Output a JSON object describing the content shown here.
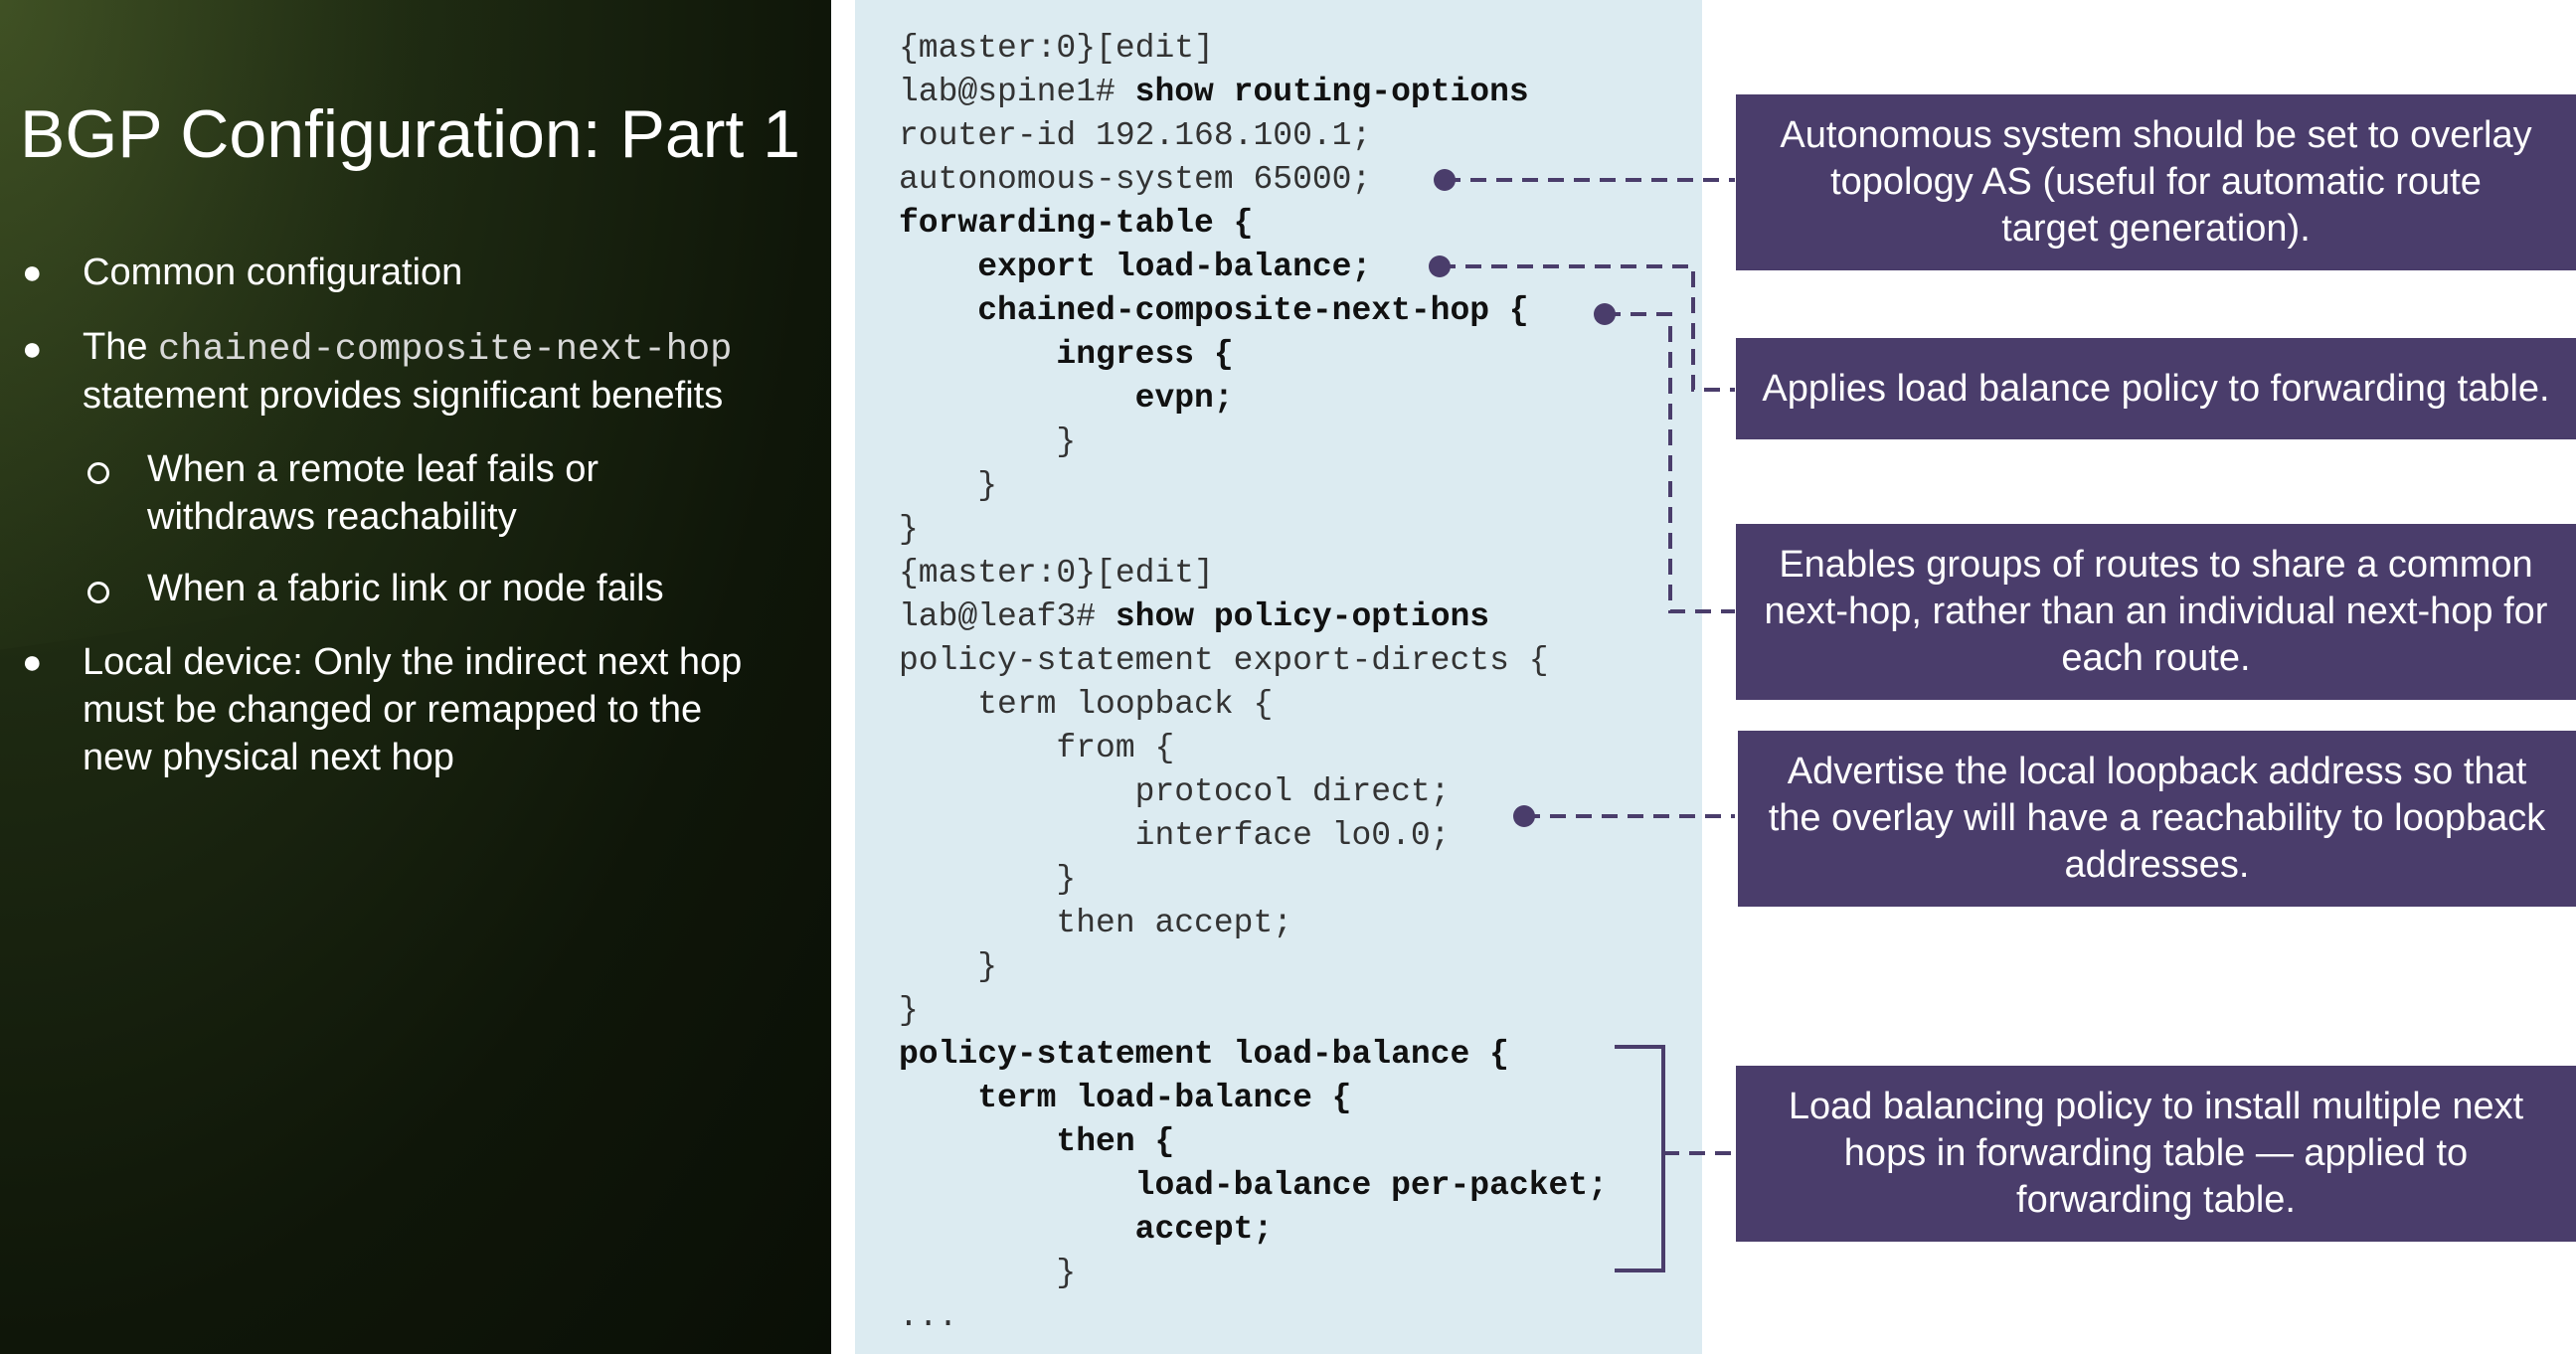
{
  "slide": {
    "title": "BGP Configuration: Part 1",
    "bullets": {
      "b1": "Common configuration",
      "b2_prefix": "The ",
      "b2_code": "chained-composite-next-hop",
      "b2_rest": "statement provides significant benefits",
      "sub1_l1": "When a remote leaf fails or",
      "sub1_l2": "withdraws reachability",
      "sub2": "When a fabric link or node fails",
      "b3_l1": "Local device: Only the indirect next hop",
      "b3_l2": "must be changed or remapped to the",
      "b3_l3": "new physical next hop"
    }
  },
  "code": [
    "{master:0}[edit]",
    "lab@spine1# show routing-options",
    "router-id 192.168.100.1;",
    "autonomous-system 65000;",
    "forwarding-table {",
    "    export load-balance;",
    "    chained-composite-next-hop {",
    "        ingress {",
    "            evpn;",
    "        }",
    "    }",
    "}",
    "{master:0}[edit]",
    "lab@leaf3# show policy-options",
    "policy-statement export-directs {",
    "    term loopback {",
    "        from {",
    "            protocol direct;",
    "            interface lo0.0;",
    "        }",
    "        then accept;",
    "    }",
    "}",
    "policy-statement load-balance {",
    "    term load-balance {",
    "        then {",
    "            load-balance per-packet;",
    "            accept;",
    "        }",
    "..."
  ],
  "code_bold": {
    "spine_cmd": "show routing-options",
    "leaf_cmd": "show policy-options"
  },
  "callouts": {
    "c1": [
      "Autonomous system should be set to overlay",
      "topology AS (useful for automatic route",
      "target generation)."
    ],
    "c2": [
      "Applies load balance policy to forwarding table."
    ],
    "c3": [
      "Enables groups of routes to share a common",
      "next-hop, rather than an individual next-hop for",
      "each route."
    ],
    "c4": [
      "Advertise the local loopback address so that",
      "the overlay will have a reachability to loopback",
      "addresses."
    ],
    "c5": [
      "Load balancing policy to install multiple next",
      "hops in forwarding table — applied to",
      "forwarding table."
    ]
  },
  "colors": {
    "callout_bg": "#4a3d6b",
    "code_bg": "#dcebf1",
    "connector": "#4a3d6b"
  }
}
